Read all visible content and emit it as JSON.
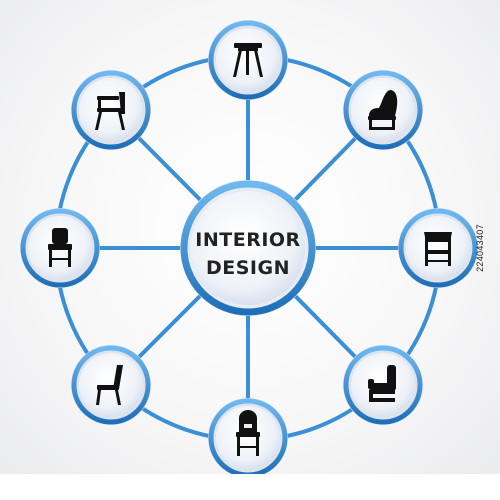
{
  "diagram": {
    "center_line1": "INTERIOR",
    "center_line2": "DESIGN",
    "nodes": [
      {
        "icon": "bar-stool-icon"
      },
      {
        "icon": "lounge-chair-icon"
      },
      {
        "icon": "folding-chair-icon"
      },
      {
        "icon": "armchair-icon"
      },
      {
        "icon": "side-chair-icon"
      },
      {
        "icon": "slanted-chair-icon"
      },
      {
        "icon": "dining-chair-icon"
      },
      {
        "icon": "office-chair-icon"
      }
    ],
    "colors": {
      "ring": "#3a8fd6",
      "line": "#3a8fd6",
      "node_border": "#3a8fd6",
      "node_fill": "#e8eef6",
      "icon": "#111111"
    }
  },
  "stock_id": "224043407"
}
